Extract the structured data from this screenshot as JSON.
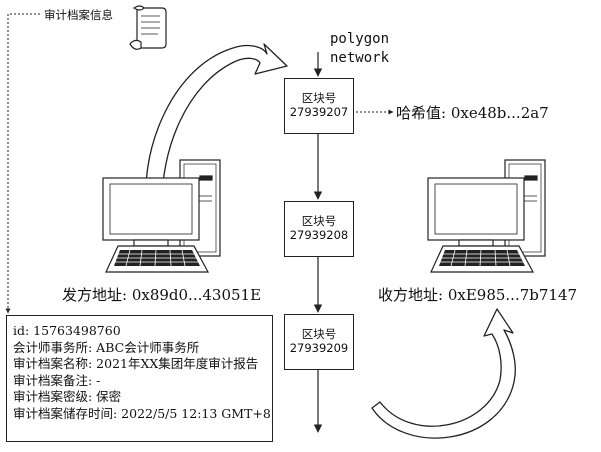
{
  "archive": {
    "label": "审计档案信息",
    "icon": "scroll-icon"
  },
  "network": {
    "line1": "polygon",
    "line2": "network"
  },
  "blocks": [
    {
      "label": "区块号",
      "number": "27939207"
    },
    {
      "label": "区块号",
      "number": "27939208"
    },
    {
      "label": "区块号",
      "number": "27939209"
    }
  ],
  "hash": {
    "text": "哈希值: 0xe48b...2a7"
  },
  "sender": {
    "text": "发方地址: 0x89d0...43051E",
    "icon": "computer-icon"
  },
  "receiver": {
    "text": "收方地址: 0xE985...7b7147",
    "icon": "computer-icon"
  },
  "info": {
    "id": "id: 15763498760",
    "firm": "会计师事务所: ABC会计师事务所",
    "name": "审计档案名称: 2021年XX集团年度审计报告",
    "note": "审计档案备注: -",
    "level": "审计档案密级: 保密",
    "time": "审计档案储存时间: 2022/5/5 12:13 GMT+8"
  },
  "colors": {
    "line": "#222222",
    "background": "#ffffff",
    "arrow_fill": "#ffffff"
  }
}
